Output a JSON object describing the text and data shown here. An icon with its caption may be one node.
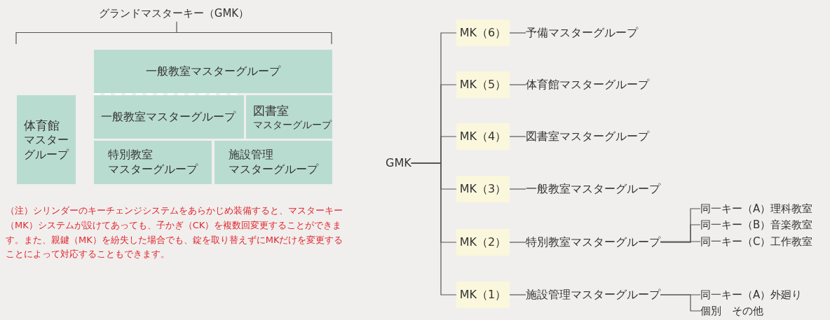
{
  "diagram": {
    "nodes": [
      {
        "text": [
          "体育館",
          "マスターグループ"
        ]
      },
      {
        "text": [
          "一般教室マスターグループ"
        ]
      },
      {
        "text": [
          "一般教室マスターグループ"
        ]
      },
      {
        "text": [
          "図書室",
          "マスターグループ"
        ]
      },
      {
        "text": [
          "特別教室",
          "マスターグループ"
        ]
      },
      {
        "text": [
          "施設管理",
          "マスターグループ"
        ]
      },
      {
        "text": [
          "GMK"
        ]
      },
      {
        "text": [
          "MK（6）"
        ]
      },
      {
        "text": [
          "予備マスターグループ"
        ]
      },
      {
        "text": [
          "MK（5）"
        ]
      },
      {
        "text": [
          "体育館マスターグループ"
        ]
      },
      {
        "text": [
          "MK（4）"
        ]
      },
      {
        "text": [
          "図書室マスターグループ"
        ]
      },
      {
        "text": [
          "MK（3）"
        ]
      },
      {
        "text": [
          "一般教室マスターグループ"
        ]
      },
      {
        "text": [
          "MK（2）"
        ]
      },
      {
        "text": [
          "特別教室マスターグループ"
        ]
      },
      {
        "text": [
          "同一キー（A）理科教室"
        ]
      },
      {
        "text": [
          "同一キー（B）音楽教室"
        ]
      },
      {
        "text": [
          "同一キー（C）工作教室"
        ]
      },
      {
        "text": [
          "MK（1）"
        ]
      },
      {
        "text": [
          "施設管理マスターグループ"
        ]
      },
      {
        "text": [
          "同一キー（A）外廻り"
        ]
      },
      {
        "text": [
          "個別　その他"
        ]
      }
    ],
    "edges": [
      {
        "from": 6,
        "to": 7,
        "arrow": "none"
      },
      {
        "from": 6,
        "to": 9,
        "arrow": "none"
      },
      {
        "from": 6,
        "to": 11,
        "arrow": "none"
      },
      {
        "from": 6,
        "to": 13,
        "arrow": "none"
      },
      {
        "from": 6,
        "to": 15,
        "arrow": "none"
      },
      {
        "from": 6,
        "to": 20,
        "arrow": "none"
      },
      {
        "from": 7,
        "to": 8,
        "arrow": "none"
      },
      {
        "from": 9,
        "to": 10,
        "arrow": "none"
      },
      {
        "from": 11,
        "to": 12,
        "arrow": "none"
      },
      {
        "from": 13,
        "to": 14,
        "arrow": "none"
      },
      {
        "from": 15,
        "to": 16,
        "arrow": "none"
      },
      {
        "from": 20,
        "to": 21,
        "arrow": "none"
      },
      {
        "from": 16,
        "to": 17,
        "arrow": "none"
      },
      {
        "from": 16,
        "to": 18,
        "arrow": "none"
      },
      {
        "from": 16,
        "to": 19,
        "arrow": "none"
      },
      {
        "from": 21,
        "to": 22,
        "arrow": "none"
      },
      {
        "from": 21,
        "to": 23,
        "arrow": "none"
      }
    ],
    "labels": [
      "グランドマスターキー（GMK）",
      "（注）シリンダーのキーチェンジシステムをあらかじめ装備すると、マスターキー（MK）システムが設けてあっても、子かぎ（CK）を複数回変更することができます。また、親鍵（MK）を紛失した場合でも、錠を取り替えずにMKだけを変更することによって対応することもできます。"
    ]
  }
}
